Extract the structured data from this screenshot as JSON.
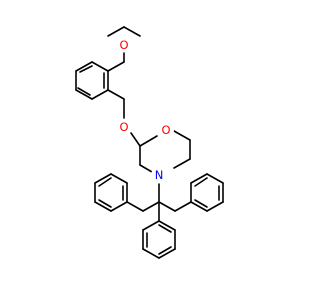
{
  "colors": {
    "background": "#ffffff",
    "bond": "#000000",
    "oxygen": "#ff0000",
    "nitrogen": "#0000ff"
  },
  "atoms": {
    "ethoxy_oxygen": "O",
    "ether_oxygen": "O",
    "ring_oxygen": "O",
    "ring_nitrogen": "N"
  }
}
